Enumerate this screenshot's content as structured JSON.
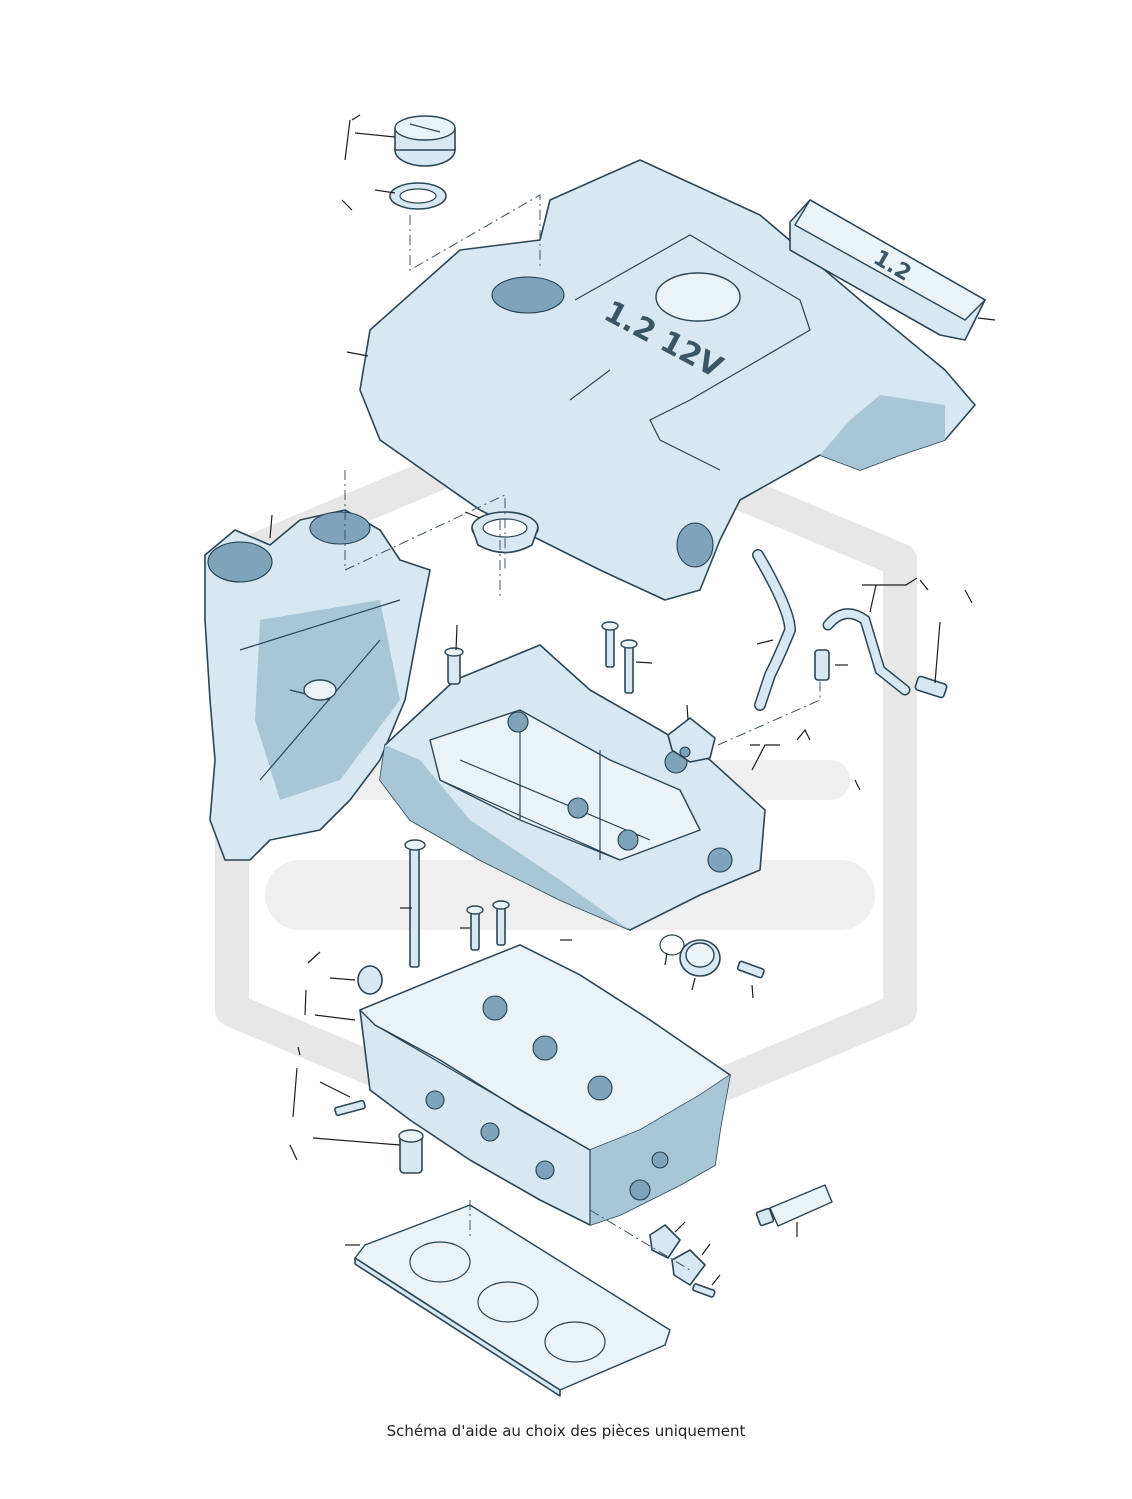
{
  "caption": "Schéma d'aide au choix des pièces uniquement",
  "cover_marking": "1.2 12V",
  "badge_marking": "1.2",
  "colors": {
    "part_fill": "#d8e8f2",
    "outline": "#2a4657",
    "watermark": "#e7e7e7"
  }
}
